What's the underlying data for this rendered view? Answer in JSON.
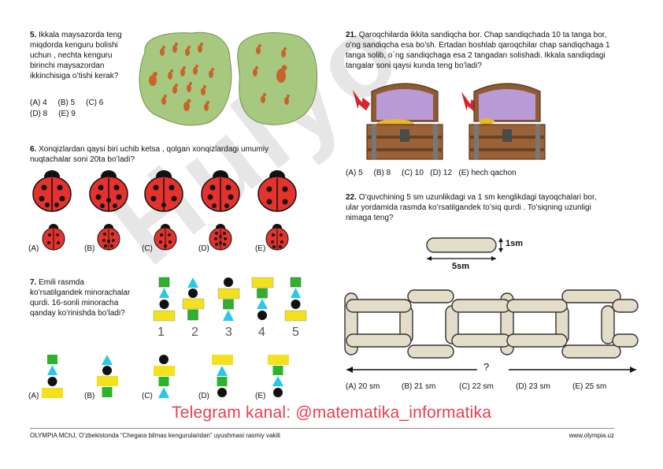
{
  "q5": {
    "number": "5.",
    "text_lines": [
      "Ikkala maysazorda teng",
      "miqdorda kenguru bolishi",
      "uchun , nechta kenguru",
      "birinchi maysazordan",
      "ikkinchisiga o’tishi kerak?"
    ],
    "options_line1": "(A) 4     (B) 5     (C) 6",
    "options_line2": "(D) 8     (E) 9"
  },
  "q6": {
    "number": "6.",
    "text_line1": "Xonqizlardan qaysi biri uchib ketsa , qolgan xonqizlardagi  umumiy",
    "text_line2": "nuqtachalar soni 20ta bo’ladi?",
    "option_labels": [
      "(A)",
      "(B)",
      "(C)",
      "(D)",
      "(E)"
    ]
  },
  "q7": {
    "number": "7.",
    "text_lines": [
      "Emili rasmda",
      "ko’rsatilgandek minorachalar",
      "qurdi. 16-sonli minoracha",
      "qanday ko’rinishda  bo’ladi?"
    ],
    "tower_numbers": [
      "1",
      "2",
      "3",
      "4",
      "5"
    ],
    "option_labels": [
      "(A)",
      "(B)",
      "(C)",
      "(D)",
      "(E)"
    ]
  },
  "q21": {
    "number": "21.",
    "text_lines": [
      "Qaroqchilarda ikkita sandiqcha bor. Chap sandiqchada 10 ta tanga bor,",
      "o’ng sandiqcha esa bo’sh. Ertadan boshlab qaroqchilar chap sandiqchaga 1",
      "tanga solib, o`ng sandiqchaga esa 2 tangadan solishadi. Ikkala sandiqdagi",
      "tangalar soni qaysi kunda teng bo’ladi?"
    ],
    "options": "(A) 5     (B) 8     (C) 10   (D) 12   (E) hech qachon"
  },
  "q22": {
    "number": "22.",
    "text_lines": [
      "O’quvchining 5 sm uzunlikdagi va 1 sm kenglikdagi tayoqchalari bor,",
      "ular yordamida rasmda ko’rsatilgandek to’siq qurdi . To’siqning uzunligi",
      "nimaga teng?"
    ],
    "label_width": "1sm",
    "label_length": "5sm",
    "question_mark": "?",
    "options": [
      "(A) 20 sm",
      "(B) 21 sm",
      "(C) 22 sm",
      "(D) 23 sm",
      "(E) 25 sm"
    ]
  },
  "telegram": "Telegram kanal: @matematika_informatika",
  "watermark": "Hulyo",
  "footer": {
    "left": "OLYMPIA MChJ, O’zbekistonda “Chegara bilmas kengurularidan” uyushmasi rasmiy vakili",
    "right": "www.olympia.uz"
  }
}
